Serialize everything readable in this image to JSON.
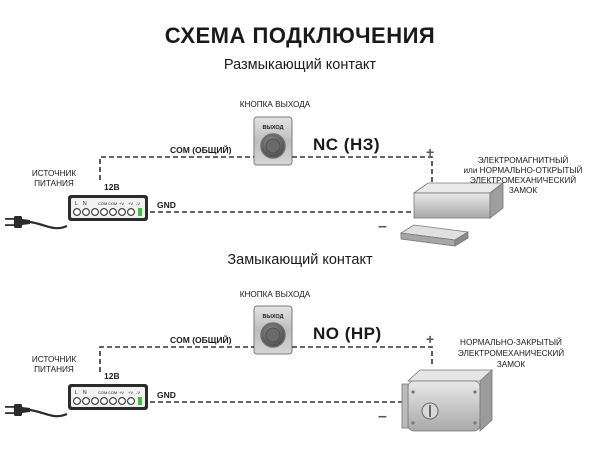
{
  "title": "СХЕМА ПОДКЛЮЧЕНИЯ",
  "diagrams": [
    {
      "subtitle": "Размыкающий контакт",
      "button_label": "КНОПКА ВЫХОДА",
      "button_face": "ВЫХОД",
      "contact_type": "NC (НЗ)",
      "com_label": "COM (ОБЩИЙ)",
      "power_label": [
        "ИСТОЧНИК",
        "ПИТАНИЯ"
      ],
      "voltage": "12В",
      "gnd": "GND",
      "plus": "+",
      "minus": "–",
      "psu_terms": [
        "L",
        "N",
        "COM",
        "COM",
        "+V",
        "+V",
        "-V"
      ],
      "lock_label": [
        "ЭЛЕКТРОМАГНИТНЫЙ",
        "или НОРМАЛЬНО-ОТКРЫТЫЙ",
        "ЭЛЕКТРОМЕХАНИЧЕСКИЙ",
        "ЗАМОК"
      ],
      "lock_icon": "electromagnetic-lock-icon"
    },
    {
      "subtitle": "Замыкающий контакт",
      "button_label": "КНОПКА ВЫХОДА",
      "button_face": "ВЫХОД",
      "contact_type": "NO (НР)",
      "com_label": "COM (ОБЩИЙ)",
      "power_label": [
        "ИСТОЧНИК",
        "ПИТАНИЯ"
      ],
      "voltage": "12В",
      "gnd": "GND",
      "plus": "+",
      "minus": "–",
      "psu_terms": [
        "L",
        "N",
        "COM",
        "COM",
        "+V",
        "+V",
        "-V"
      ],
      "lock_label": [
        "НОРМАЛЬНО-ЗАКРЫТЫЙ",
        "ЭЛЕКТРОМЕХАНИЧЕСКИЙ",
        "ЗАМОК"
      ],
      "lock_icon": "electromechanical-lock-icon"
    }
  ],
  "colors": {
    "text": "#1a1a1a",
    "wire": "#333333",
    "button_metal": "#c9c9c9",
    "button_rim": "#7a7a7a",
    "psu_body": "#2b2b2b",
    "led": "#3fbf3f",
    "lock_body": "#d0d0d0"
  }
}
